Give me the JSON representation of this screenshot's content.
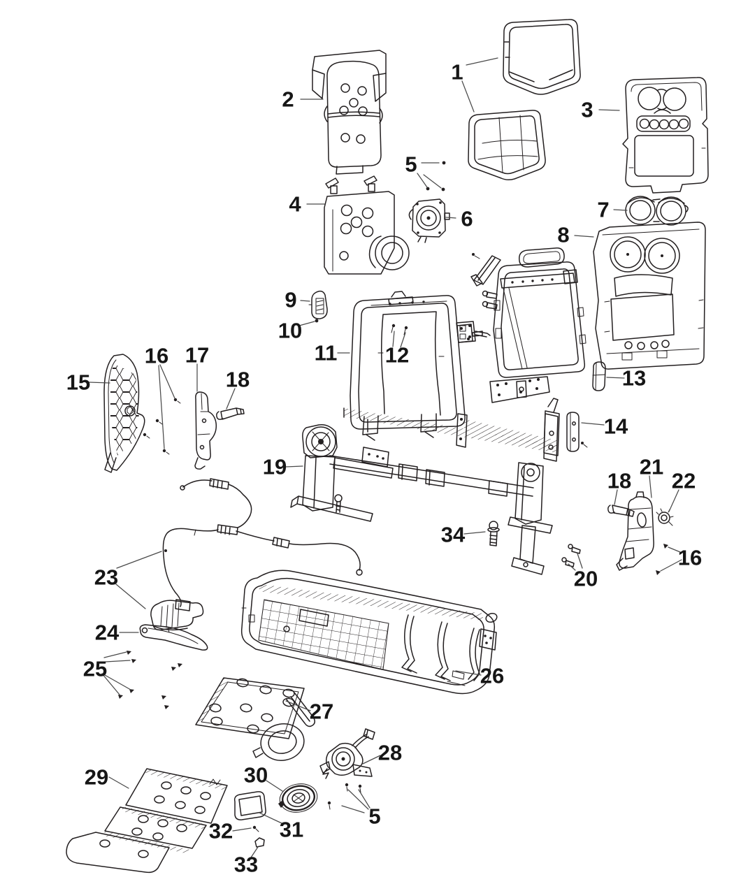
{
  "diagram": {
    "type": "exploded-parts-diagram",
    "background_color": "#ffffff",
    "line_color": "#231f20",
    "leader_color": "#4a4a4a",
    "label_color": "#161616",
    "callouts": [
      {
        "label": "2"
      },
      {
        "label": "1"
      },
      {
        "label": "3"
      },
      {
        "label": "5"
      },
      {
        "label": "4"
      },
      {
        "label": "6"
      },
      {
        "label": "7"
      },
      {
        "label": "8"
      },
      {
        "label": "9"
      },
      {
        "label": "10"
      },
      {
        "label": "11"
      },
      {
        "label": "12"
      },
      {
        "label": "13"
      },
      {
        "label": "15"
      },
      {
        "label": "16"
      },
      {
        "label": "17"
      },
      {
        "label": "18"
      },
      {
        "label": "14"
      },
      {
        "label": "19"
      },
      {
        "label": "21"
      },
      {
        "label": "18"
      },
      {
        "label": "22"
      },
      {
        "label": "34"
      },
      {
        "label": "16"
      },
      {
        "label": "20"
      },
      {
        "label": "23"
      },
      {
        "label": "24"
      },
      {
        "label": "25"
      },
      {
        "label": "26"
      },
      {
        "label": "27"
      },
      {
        "label": "28"
      },
      {
        "label": "29"
      },
      {
        "label": "30"
      },
      {
        "label": "31"
      },
      {
        "label": "32"
      },
      {
        "label": "33"
      },
      {
        "label": "5"
      }
    ]
  }
}
